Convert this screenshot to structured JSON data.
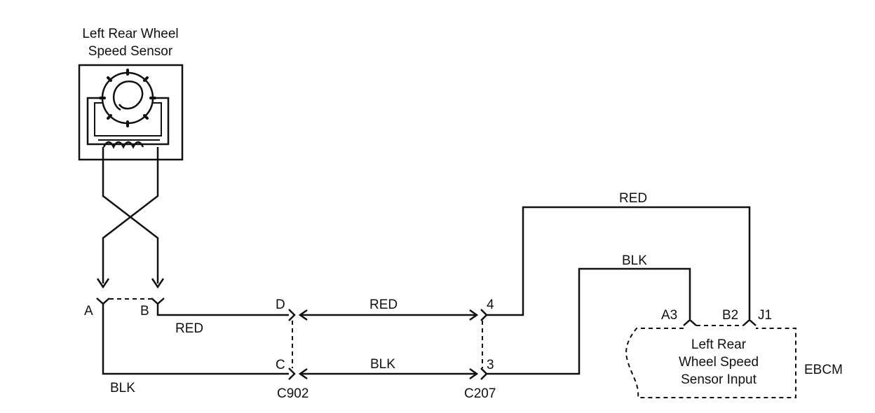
{
  "sensor": {
    "title_line1": "Left Rear Wheel",
    "title_line2": "Speed Sensor"
  },
  "pins": {
    "a": "A",
    "b": "B",
    "c": "C",
    "d": "D",
    "p4": "4",
    "p3": "3"
  },
  "connectors": {
    "c902": "C902",
    "c207": "C207"
  },
  "wires": {
    "red_b_to_d": "RED",
    "red_d_to_4": "RED",
    "red_top": "RED",
    "blk_a": "BLK",
    "blk_c_to_3": "BLK",
    "blk_top": "BLK"
  },
  "module": {
    "pin_a3": "A3",
    "pin_b2": "B2",
    "connector_j1": "J1",
    "line1": "Left Rear",
    "line2": "Wheel Speed",
    "line3": "Sensor Input",
    "name": "EBCM"
  }
}
